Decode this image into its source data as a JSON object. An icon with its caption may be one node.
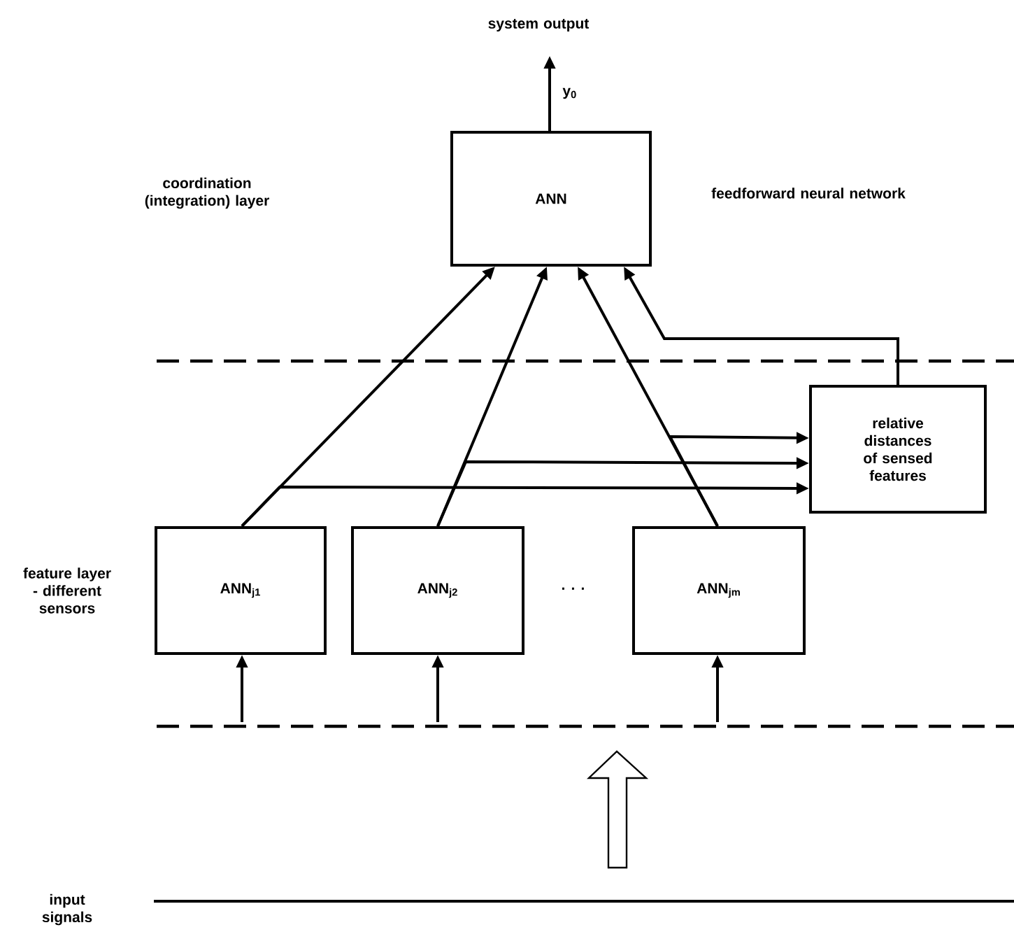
{
  "diagram": {
    "nodes": [
      {
        "text": [
          "ANN"
        ]
      },
      {
        "text": [
          "ANN$_{j1}$"
        ]
      },
      {
        "text": [
          "ANN$_{j2}$"
        ]
      },
      {
        "text": [
          "ANN$_{jm}$"
        ]
      },
      {
        "text": [
          "relative distances of sensed features"
        ]
      }
    ],
    "edges": [
      {
        "from": 0,
        "to": null,
        "arrow": "to",
        "label": "y$_{0}$"
      },
      {
        "from": 1,
        "to": 0,
        "arrow": "to"
      },
      {
        "from": 2,
        "to": 0,
        "arrow": "to"
      },
      {
        "from": 3,
        "to": 0,
        "arrow": "to"
      },
      {
        "from": 4,
        "to": 0,
        "arrow": "to"
      },
      {
        "from": 1,
        "to": 4,
        "arrow": "to"
      },
      {
        "from": 2,
        "to": 4,
        "arrow": "to"
      },
      {
        "from": 3,
        "to": 4,
        "arrow": "to"
      },
      {
        "from": null,
        "to": 1,
        "arrow": "to"
      },
      {
        "from": null,
        "to": 2,
        "arrow": "to"
      },
      {
        "from": null,
        "to": 3,
        "arrow": "to"
      }
    ],
    "labels": [
      "system output",
      "coordination (integration) layer",
      "feedforward neural network",
      "feature layer - different sensors",
      "· · ·",
      "input signals"
    ]
  }
}
